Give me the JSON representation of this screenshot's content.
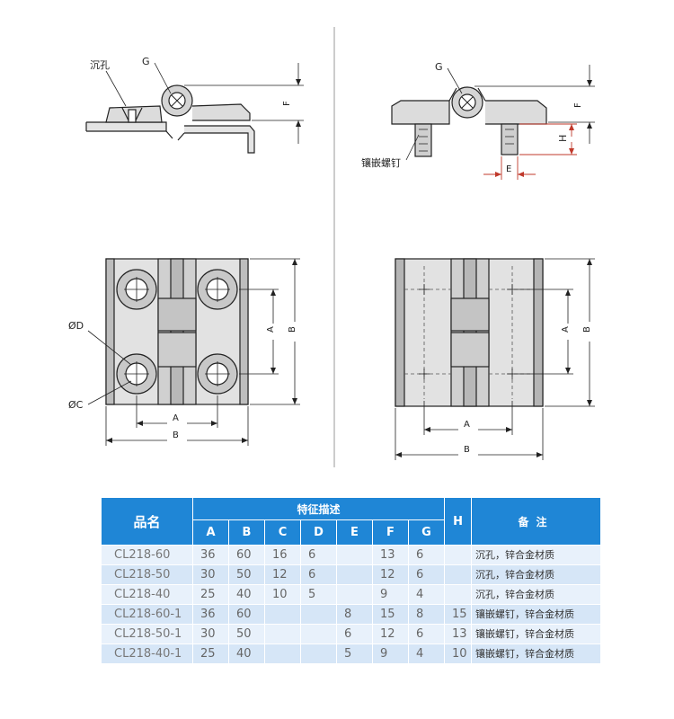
{
  "drawing": {
    "labels": {
      "countersink": "沉孔",
      "insert_stud": "镶嵌螺钉",
      "G": "G",
      "F": "F",
      "H": "H",
      "E": "E",
      "A": "A",
      "B": "B",
      "phiD": "ØD",
      "phiC": "ØC"
    },
    "colors": {
      "line": "#222222",
      "part_fill": "#d9d9d9",
      "stud_fill": "#cfcfcf",
      "dim_red": "#c0392b"
    }
  },
  "table": {
    "headers": {
      "name": "品名",
      "group": "特征描述",
      "cols": [
        "A",
        "B",
        "C",
        "D",
        "E",
        "F",
        "G"
      ],
      "H": "H",
      "note": "备注"
    },
    "rows": [
      {
        "model": "CL218-60",
        "A": "36",
        "B": "60",
        "C": "16",
        "D": "6",
        "E": "",
        "F": "13",
        "G": "6",
        "H": "",
        "note": "沉孔，锌合金材质"
      },
      {
        "model": "CL218-50",
        "A": "30",
        "B": "50",
        "C": "12",
        "D": "6",
        "E": "",
        "F": "12",
        "G": "6",
        "H": "",
        "note": "沉孔，锌合金材质"
      },
      {
        "model": "CL218-40",
        "A": "25",
        "B": "40",
        "C": "10",
        "D": "5",
        "E": "",
        "F": "9",
        "G": "4",
        "H": "",
        "note": "沉孔，锌合金材质"
      },
      {
        "model": "CL218-60-1",
        "A": "36",
        "B": "60",
        "C": "",
        "D": "",
        "E": "8",
        "F": "15",
        "G": "8",
        "H": "15",
        "note": "镶嵌螺钉，锌合金材质"
      },
      {
        "model": "CL218-50-1",
        "A": "30",
        "B": "50",
        "C": "",
        "D": "",
        "E": "6",
        "F": "12",
        "G": "6",
        "H": "13",
        "note": "镶嵌螺钉，锌合金材质"
      },
      {
        "model": "CL218-40-1",
        "A": "25",
        "B": "40",
        "C": "",
        "D": "",
        "E": "5",
        "F": "9",
        "G": "4",
        "H": "10",
        "note": "镶嵌螺钉，锌合金材质"
      }
    ]
  }
}
